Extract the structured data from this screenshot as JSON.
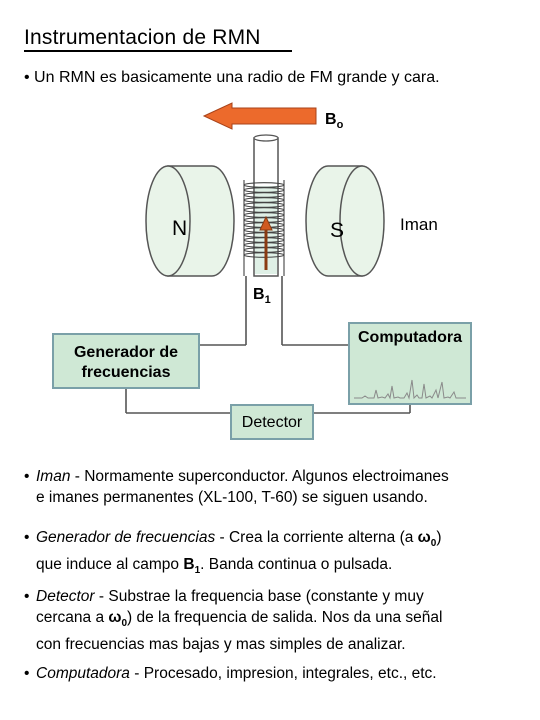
{
  "page": {
    "title": "Instrumentacion de RMN",
    "intro": "Un RMN es basicamente una radio de FM grande y cara."
  },
  "diagram": {
    "b0_label_main": "B",
    "b0_label_sub": "o",
    "pole_n": "N",
    "pole_s": "S",
    "magnet_label": "Iman",
    "b1_label_main": "B",
    "b1_label_sub": "1",
    "generator_line1": "Generador de",
    "generator_line2": "frecuencias",
    "computer_label": "Computadora",
    "detector_label": "Detector",
    "colors": {
      "arrow": "#ec6a2c",
      "box_fill": "#cfe8d5",
      "box_border": "#7aa0a8",
      "magnet_fill": "#e9f4e9"
    }
  },
  "bullets": {
    "iman": {
      "term": "Iman",
      "line1": " - Normamente superconductor. Algunos electroimanes",
      "line2": "e imanes permanentes (XL-100, T-60) se siguen usando."
    },
    "generador": {
      "term": "Generador de frecuencias",
      "line1_a": " - Crea la corriente alterna (a ",
      "omega": "ω",
      "omega_sub": "0",
      "line1_b": ")",
      "line2_a": "que induce al campo ",
      "b": "B",
      "b_sub": "1",
      "line2_b": ". Banda continua o pulsada."
    },
    "detector": {
      "term": "Detector",
      "line1": " - Substrae la frequencia base (constante y muy",
      "line2_a": "cercana a ",
      "omega": "ω",
      "omega_sub": "0",
      "line2_b": ") de la frequencia de salida. Nos da una señal",
      "line3": "con frecuencias mas bajas y mas simples de analizar."
    },
    "computadora": {
      "term": "Computadora",
      "line1": " - Procesado, impresion, integrales, etc., etc."
    }
  }
}
